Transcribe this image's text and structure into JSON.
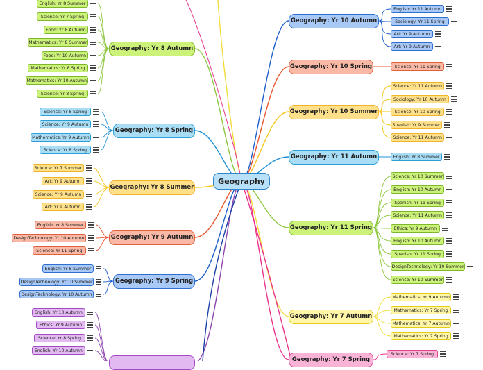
{
  "root": "Geography",
  "colors": {
    "green": {
      "fill": "#ccf27a",
      "border": "#7cb82a",
      "line": "#8dc63f"
    },
    "blue": {
      "fill": "#a9dcf5",
      "border": "#2a9fd8",
      "line": "#1e90d6"
    },
    "yellow": {
      "fill": "#ffe08a",
      "border": "#f0b429",
      "line": "#f5c518"
    },
    "salmon": {
      "fill": "#f9b9a6",
      "border": "#e0603c",
      "line": "#e8562e"
    },
    "royal": {
      "fill": "#a8c8f5",
      "border": "#2f6fd0",
      "line": "#1c5fcc"
    },
    "lemon": {
      "fill": "#fff6a8",
      "border": "#e6cc1a",
      "line": "#f2dc3a"
    },
    "pink": {
      "fill": "#f9b3d6",
      "border": "#e0448c",
      "line": "#e8338a"
    },
    "purple": {
      "fill": "#e3b9f2",
      "border": "#a24cc4",
      "line": "#8e44ad"
    },
    "darkblue": {
      "line": "#1a3fa6"
    }
  },
  "left_branches": [
    {
      "label": "Geography: Yr 8 Autumn",
      "color": "green",
      "leaves": [
        "English: Yr 8 Summer",
        "Science: Yr 7 Spring",
        "Food: Yr 8 Autumn",
        "Mathematics: Yr 8 Summer",
        "Food: Yr 10 Autumn",
        "Mathematics: Yr 8 Spring",
        "Mathematics: Yr 10 Autumn",
        "Science: Yr 8 Spring"
      ]
    },
    {
      "label": "Geography: Yr 8 Spring",
      "color": "blue",
      "leaves": [
        "Science: Yr 8 Spring",
        "Science: Yr 9 Autumn",
        "Mathematics: Yr 9 Autumn",
        "Science: Yr 8 Spring"
      ]
    },
    {
      "label": "Geography: Yr 8 Summer",
      "color": "yellow",
      "leaves": [
        "Science: Yr 7 Summer",
        "Art: Yr 9 Autumn",
        "Science: Yr 9 Autumn",
        "Art: Yr 9 Autumn"
      ]
    },
    {
      "label": "Geography: Yr 9 Autumn",
      "color": "salmon",
      "leaves": [
        "English: Yr 8 Summer",
        "DesignTechnology: Yr 10 Autumn",
        "Science: Yr 11 Spring"
      ]
    },
    {
      "label": "Geography: Yr 9 Spring",
      "color": "royal",
      "leaves": [
        "English: Yr 8 Summer",
        "DesignTechnology: Yr 10 Summer",
        "DesignTechnology: Yr 10 Autumn"
      ]
    },
    {
      "label": "",
      "color": "purple",
      "leaves": [
        "English: Yr 10 Autumn",
        "Ethics: Yr 9 Autumn",
        "Science: Yr 8 Spring",
        "English: Yr 10 Autumn"
      ]
    }
  ],
  "right_branches": [
    {
      "label": "Geography: Yr 10 Autumn",
      "color": "royal",
      "leaves": [
        "English: Yr 11 Autumn",
        "Sociology: Yr 11 Spring",
        "Art: Yr 9 Autumn",
        "Art: Yr 9 Autumn"
      ]
    },
    {
      "label": "Geography: Yr 10 Spring",
      "color": "salmon",
      "leaves": [
        "Science: Yr 11 Spring"
      ]
    },
    {
      "label": "Geography: Yr 10 Summer",
      "color": "yellow",
      "leaves": [
        "Science: Yr 11 Autumn",
        "Sociology: Yr 10 Autumn",
        "Science: Yr 10 Spring",
        "Spanish: Yr 9 Summer",
        "Science: Yr 11 Autumn"
      ]
    },
    {
      "label": "Geography: Yr 11 Autumn",
      "color": "blue",
      "leaves": [
        "English: Yr 8 Summer"
      ]
    },
    {
      "label": "Geography: Yr 11 Spring",
      "color": "green",
      "leaves": [
        "Science: Yr 10 Summer",
        "English: Yr 10 Autumn",
        "Spanish: Yr 11 Spring",
        "Science: Yr 11 Autumn",
        "Ethics: Yr 9 Autumn",
        "English: Yr 10 Autumn",
        "Spanish: Yr 11 Spring",
        "DesignTechnology: Yr 10 Summer",
        "Science: Yr 10 Summer"
      ]
    },
    {
      "label": "Geography: Yr 7 Autumn",
      "color": "lemon",
      "leaves": [
        "Mathematics: Yr 9 Autumn",
        "Mathematics: Yr 7 Spring",
        "Mathematics: Yr 7 Autumn",
        "Mathematics: Yr 7 Spring"
      ]
    },
    {
      "label": "Geography: Yr 7 Spring",
      "color": "pink",
      "leaves": [
        "Science: Yr 7 Spring"
      ]
    }
  ],
  "note_icon": "notes-icon"
}
